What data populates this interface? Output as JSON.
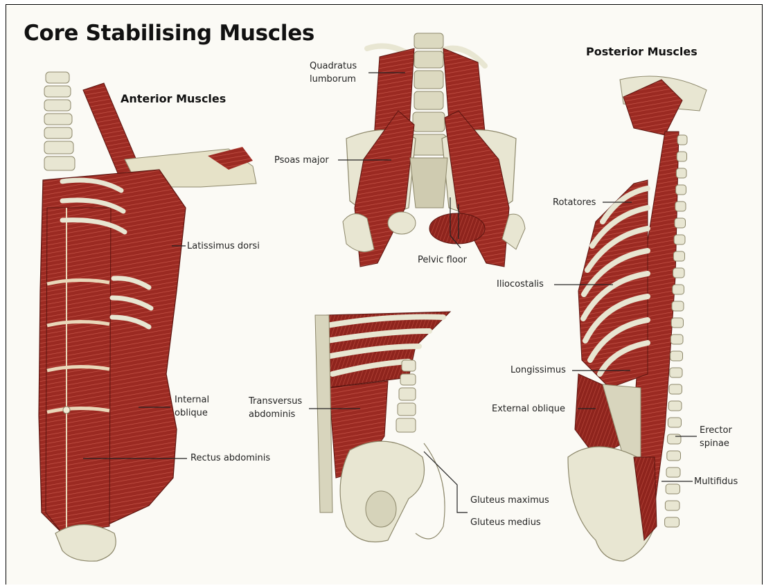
{
  "title": "Core Stabilising Muscles",
  "sections": {
    "anterior": "Anterior Muscles",
    "posterior": "Posterior Muscles"
  },
  "labels": {
    "quadratus_lumborum": [
      "Quadratus",
      "lumborum"
    ],
    "psoas_major": "Psoas major",
    "pelvic_floor": "Pelvic floor",
    "latissimus_dorsi": "Latissimus dorsi",
    "internal_oblique": [
      "Internal",
      "oblique"
    ],
    "rectus_abdominis": "Rectus abdominis",
    "transversus_abdominis": [
      "Transversus",
      "abdominis"
    ],
    "gluteus_maximus": "Gluteus maximus",
    "gluteus_medius": "Gluteus medius",
    "rotatores": "Rotatores",
    "iliocostalis": "Iliocostalis",
    "longissimus": "Longissimus",
    "external_oblique": "External oblique",
    "erector_spinae": [
      "Erector",
      "spinae"
    ],
    "multifidus": "Multifidus"
  },
  "colors": {
    "muscle": "#9b2a22",
    "muscle_dark": "#6e1a14",
    "bone": "#e8e6d2",
    "bone_shadow": "#b9b69c",
    "leader_line": "#222222"
  }
}
